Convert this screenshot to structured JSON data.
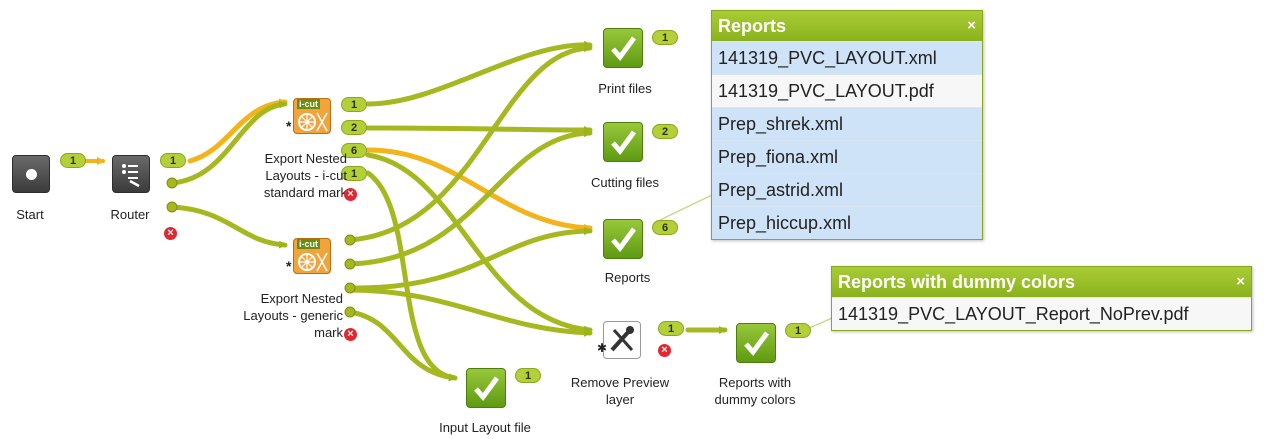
{
  "nodes": {
    "start": {
      "label": "Start"
    },
    "router": {
      "label": "Router"
    },
    "export1": {
      "label_lines": [
        "Export Nested",
        "Layouts - i-cut",
        "standard mark"
      ]
    },
    "export2": {
      "label_lines": [
        "Export Nested",
        "Layouts - generic",
        "mark"
      ]
    },
    "print_files": {
      "label": "Print files",
      "badge": "1"
    },
    "cutting_files": {
      "label": "Cutting files",
      "badge": "2"
    },
    "reports": {
      "label": "Reports",
      "badge": "6"
    },
    "remove_preview": {
      "label_lines": [
        "Remove Preview",
        "layer"
      ]
    },
    "reports_dummy": {
      "label_lines": [
        "Reports with",
        "dummy colors"
      ],
      "badge": "1"
    },
    "input_layout": {
      "label": "Input Layout file",
      "badge": "1"
    }
  },
  "connection_badges": {
    "start_out": "1",
    "router_out": "1",
    "export1_out1": "1",
    "export1_out2": "2",
    "export1_out3": "6",
    "export1_out4": "1",
    "remove_out": "1"
  },
  "icut_label": "i-cut",
  "popups": {
    "reports": {
      "title": "Reports",
      "close": "×",
      "items": [
        "141319_PVC_LAYOUT.xml",
        "141319_PVC_LAYOUT.pdf",
        "Prep_shrek.xml",
        "Prep_fiona.xml",
        "Prep_astrid.xml",
        "Prep_hiccup.xml"
      ]
    },
    "dummy": {
      "title": "Reports with dummy colors",
      "close": "×",
      "items": [
        "141319_PVC_LAYOUT_Report_NoPrev.pdf"
      ]
    }
  },
  "colors": {
    "connection": "#a6b820",
    "highlight": "#f2b31b",
    "badge": "#b3cf3a",
    "error": "#e3262f",
    "popup_header": "#9cc22a"
  }
}
